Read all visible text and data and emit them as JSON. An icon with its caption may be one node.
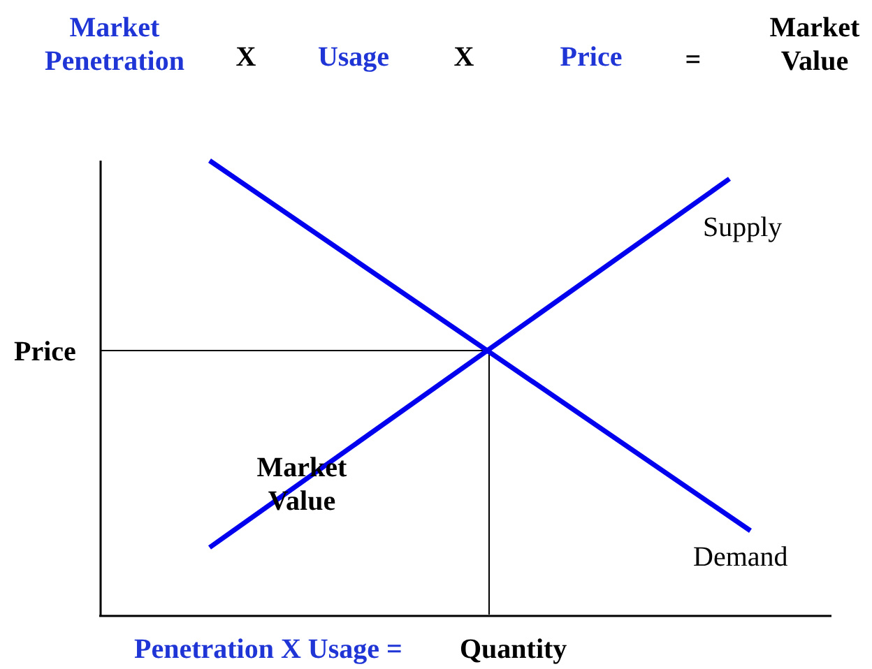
{
  "diagram": {
    "labels": [
      "Market Penetration",
      "X",
      "Usage",
      "X",
      "Price",
      "=",
      "Market Value",
      "Supply",
      "Price",
      "Market Value",
      "Demand",
      "Penetration X Usage =",
      "Quantity"
    ]
  }
}
